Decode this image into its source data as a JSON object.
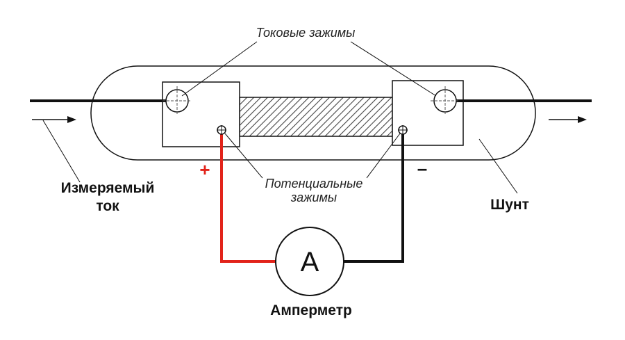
{
  "labels": {
    "current_clamps": "Токовые зажимы",
    "potential_clamps_line1": "Потенциальные",
    "potential_clamps_line2": "зажимы",
    "measured_current_line1": "Измеряемый",
    "measured_current_line2": "ток",
    "shunt": "Шунт",
    "ammeter": "Амперметр",
    "ammeter_symbol": "A",
    "plus_sign": "+",
    "minus_sign": "–"
  },
  "colors": {
    "positive_wire": "#e2231a",
    "negative_wire": "#111111",
    "outline": "#111111",
    "hatch": "#444444"
  },
  "icons": {
    "current_direction": "arrow-right-icon",
    "terminal": "crosshair-circle-icon"
  }
}
